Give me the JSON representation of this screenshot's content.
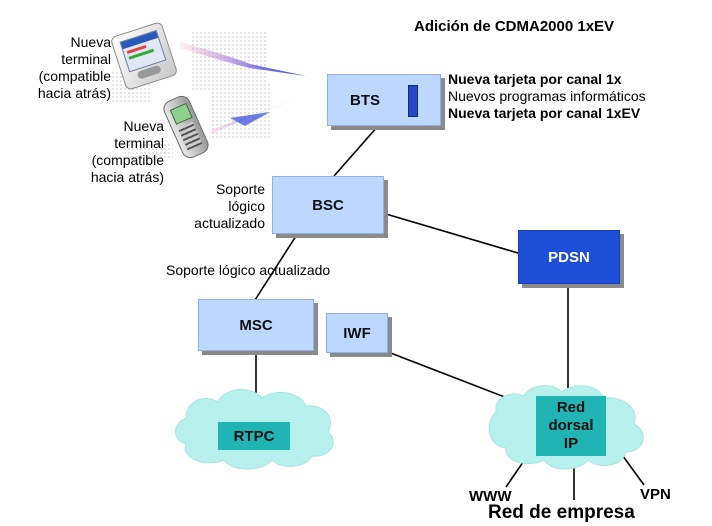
{
  "title": "Adición de CDMA2000 1xEV",
  "bts": {
    "label": "BTS",
    "notes": [
      "Nueva tarjeta por canal 1x",
      "Nuevos programas informáticos",
      "Nueva tarjeta por canal 1xEV"
    ]
  },
  "terminal_1": [
    "Nueva",
    "terminal",
    "(compatible",
    "hacia atrás)"
  ],
  "terminal_2": [
    "Nueva",
    "terminal",
    "(compatible",
    "hacia atrás)"
  ],
  "bsc": {
    "label": "BSC",
    "note": [
      "Soporte",
      "lógico",
      "actualizado"
    ]
  },
  "msc_note": "Soporte lógico actualizado",
  "msc": {
    "label": "MSC"
  },
  "iwf": {
    "label": "IWF"
  },
  "pdsn": {
    "label": "PDSN"
  },
  "rtpc": {
    "label": "RTPC"
  },
  "backbone": {
    "label": [
      "Red",
      "dorsal",
      "IP"
    ]
  },
  "leaves": {
    "www": "WWW",
    "vpn": "VPN"
  },
  "enterprise": "Red de empresa",
  "colors": {
    "node": "#bcd8ff",
    "pdsn": "#1e4fd8",
    "cloud": "#b7f1ee",
    "inner": "#21b4b4",
    "signal": "#5a4fd6"
  }
}
